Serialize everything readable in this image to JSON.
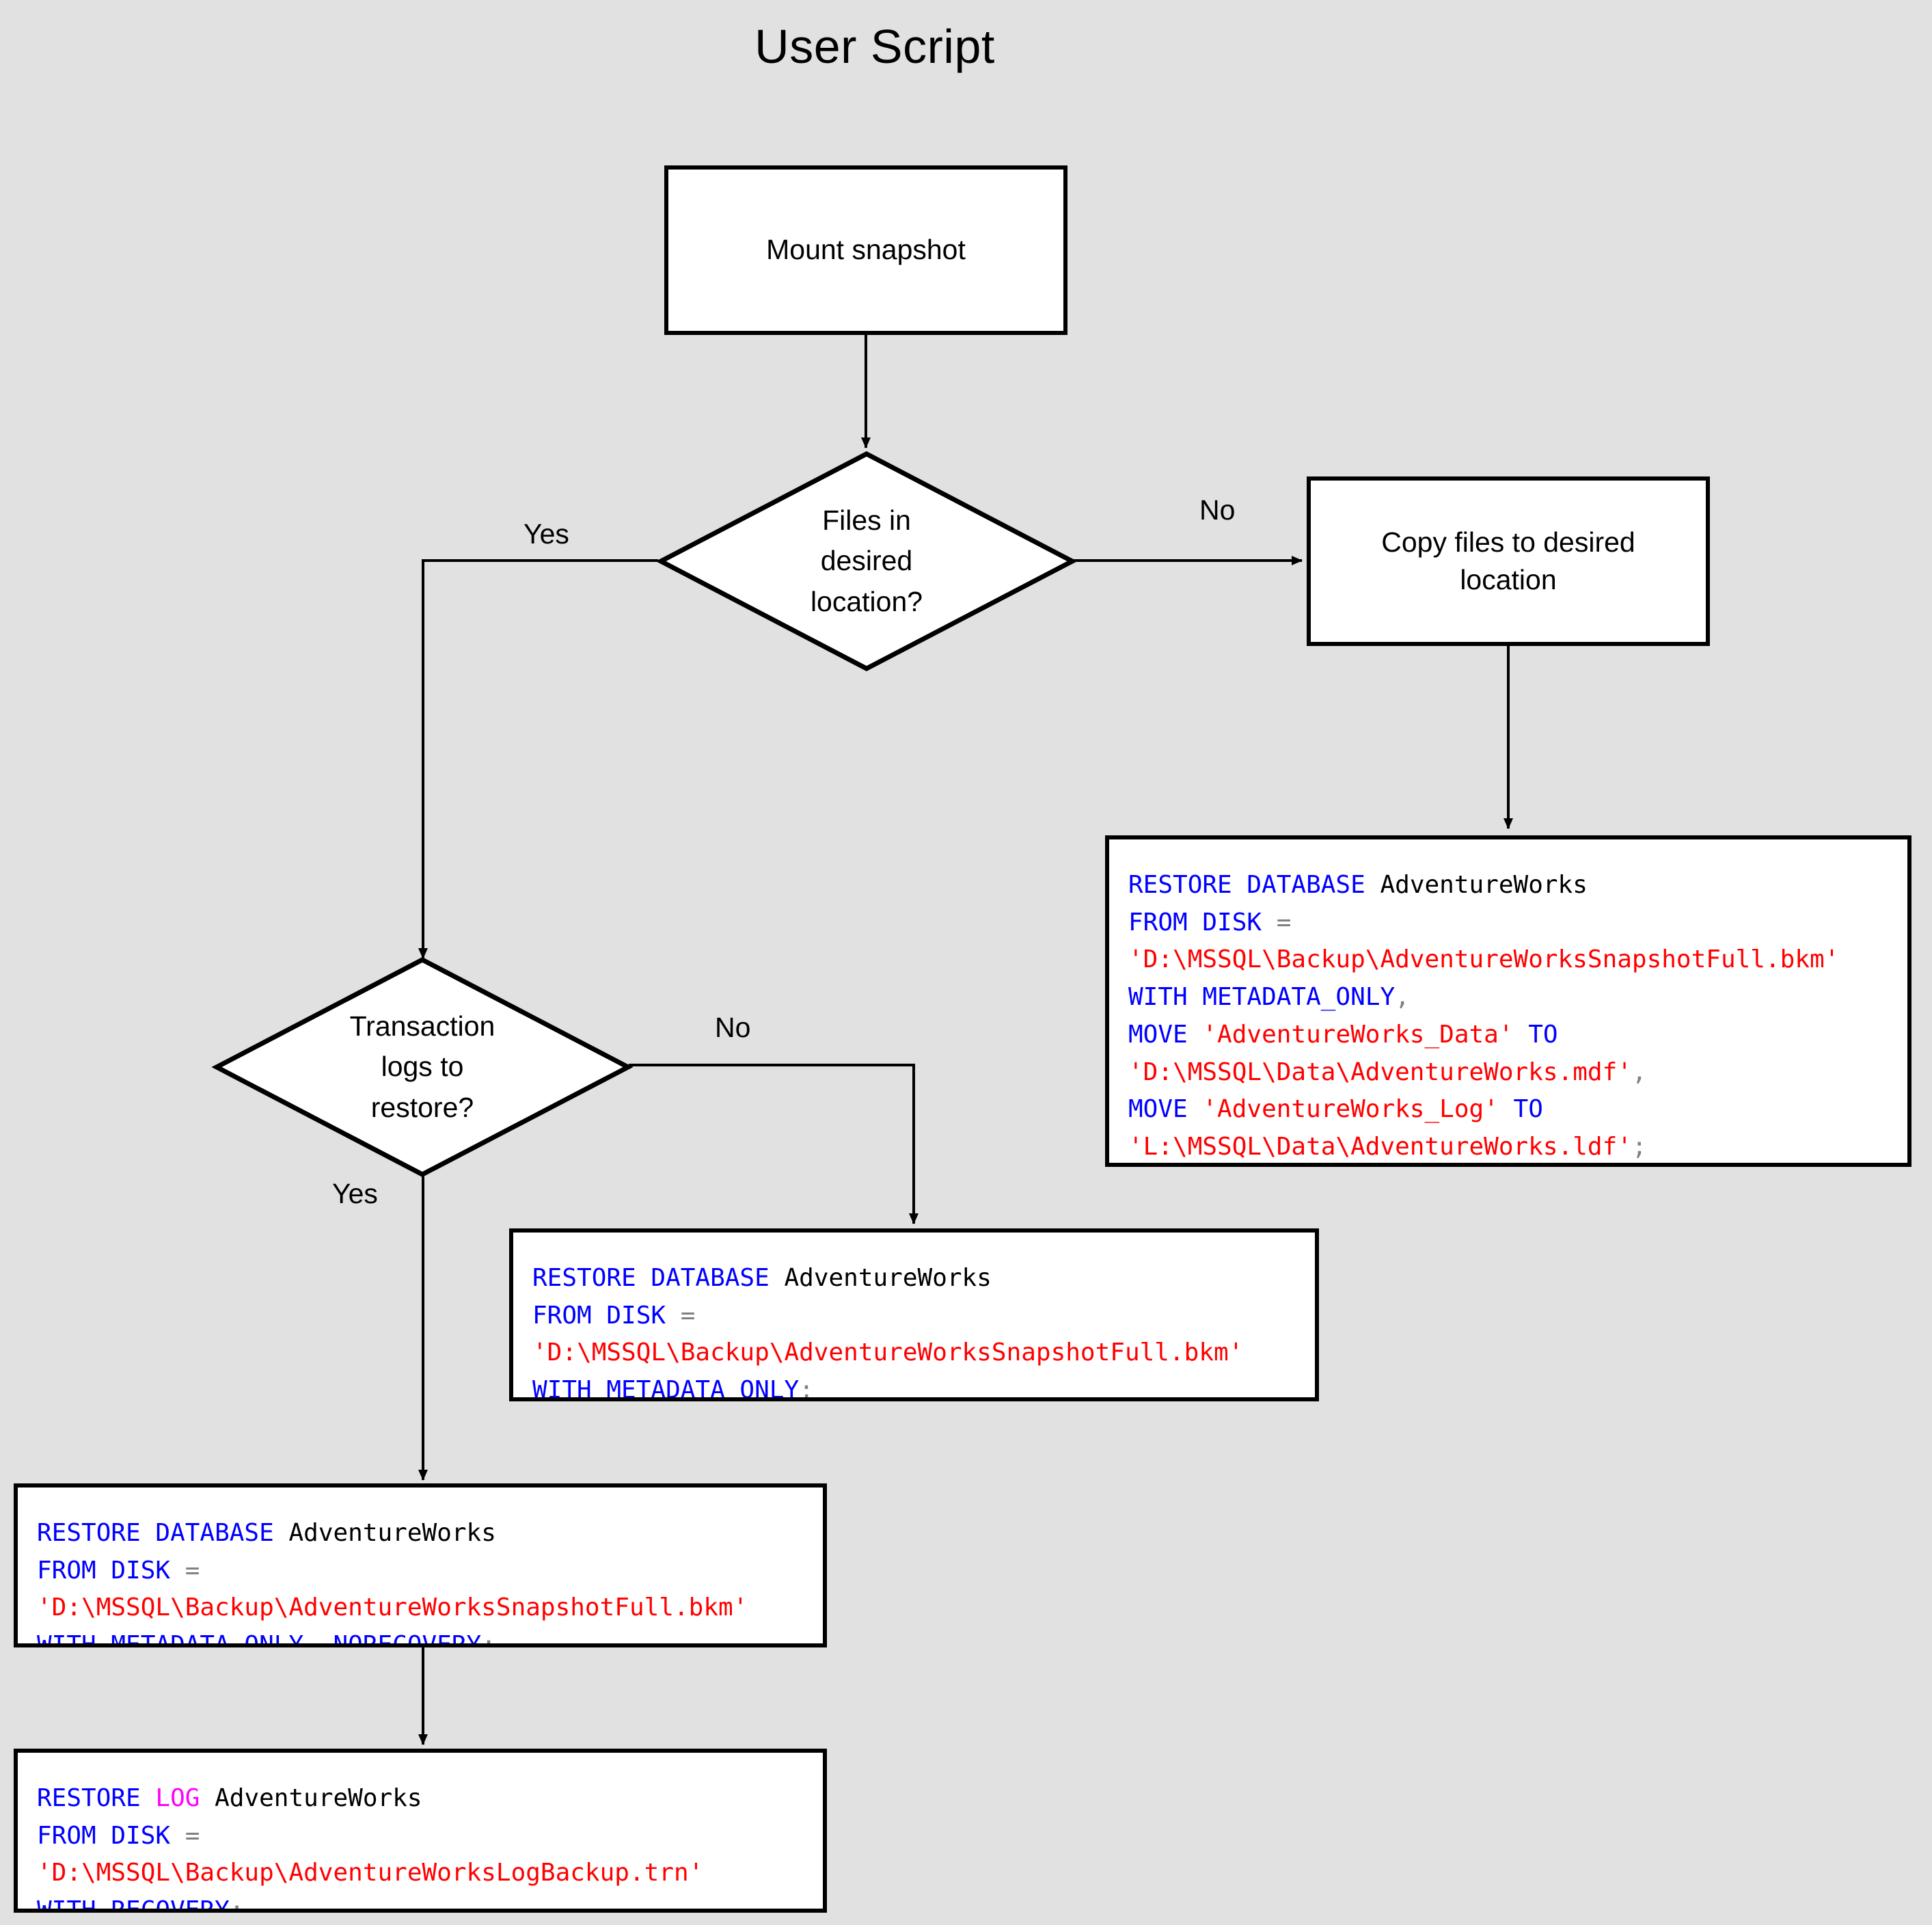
{
  "title": "User Script",
  "background_color": "#e1e1e1",
  "colors": {
    "keyword": "#0000ff",
    "log_keyword": "#ff00ff",
    "string": "#ff0000",
    "punctuation": "#808080",
    "text": "#000000",
    "node_fill": "#ffffff",
    "node_border": "#000000"
  },
  "nodes": {
    "mount_snapshot": {
      "label": "Mount snapshot"
    },
    "files_decision": {
      "label": "Files in\ndesired\nlocation?"
    },
    "copy_files": {
      "label": "Copy files to desired\nlocation"
    },
    "logs_decision": {
      "label": "Transaction\nlogs to\nrestore?"
    }
  },
  "edge_labels": {
    "files_yes": "Yes",
    "files_no": "No",
    "logs_no": "No",
    "logs_yes": "Yes"
  },
  "code_blocks": {
    "restore_with_move": {
      "lines": [
        [
          {
            "t": "RESTORE DATABASE ",
            "c": "kw"
          },
          {
            "t": "AdventureWorks",
            "c": "plain"
          }
        ],
        [
          {
            "t": "FROM DISK ",
            "c": "kw"
          },
          {
            "t": "=",
            "c": "pun"
          }
        ],
        [
          {
            "t": "'D:\\MSSQL\\Backup\\AdventureWorksSnapshotFull.bkm'",
            "c": "str"
          }
        ],
        [
          {
            "t": "WITH METADATA_ONLY",
            "c": "kw"
          },
          {
            "t": ",",
            "c": "pun"
          }
        ],
        [
          {
            "t": "MOVE ",
            "c": "kw"
          },
          {
            "t": "'AdventureWorks_Data'",
            "c": "str"
          },
          {
            "t": " TO",
            "c": "kw"
          }
        ],
        [
          {
            "t": "'D:\\MSSQL\\Data\\AdventureWorks.mdf'",
            "c": "str"
          },
          {
            "t": ",",
            "c": "pun"
          }
        ],
        [
          {
            "t": "MOVE ",
            "c": "kw"
          },
          {
            "t": "'AdventureWorks_Log'",
            "c": "str"
          },
          {
            "t": " TO",
            "c": "kw"
          }
        ],
        [
          {
            "t": "'L:\\MSSQL\\Data\\AdventureWorks.ldf'",
            "c": "str"
          },
          {
            "t": ";",
            "c": "pun"
          }
        ]
      ]
    },
    "restore_metadata_only": {
      "lines": [
        [
          {
            "t": "RESTORE DATABASE ",
            "c": "kw"
          },
          {
            "t": "AdventureWorks",
            "c": "plain"
          }
        ],
        [
          {
            "t": "FROM DISK ",
            "c": "kw"
          },
          {
            "t": "=",
            "c": "pun"
          }
        ],
        [
          {
            "t": "'D:\\MSSQL\\Backup\\AdventureWorksSnapshotFull.bkm'",
            "c": "str"
          }
        ],
        [
          {
            "t": "WITH METADATA_ONLY",
            "c": "kw"
          },
          {
            "t": ";",
            "c": "pun"
          }
        ]
      ]
    },
    "restore_norecovery": {
      "lines": [
        [
          {
            "t": "RESTORE DATABASE ",
            "c": "kw"
          },
          {
            "t": "AdventureWorks",
            "c": "plain"
          }
        ],
        [
          {
            "t": "FROM DISK ",
            "c": "kw"
          },
          {
            "t": "=",
            "c": "pun"
          }
        ],
        [
          {
            "t": "'D:\\MSSQL\\Backup\\AdventureWorksSnapshotFull.bkm'",
            "c": "str"
          }
        ],
        [
          {
            "t": "WITH METADATA_ONLY, NORECOVERY",
            "c": "kw"
          },
          {
            "t": ";",
            "c": "pun"
          }
        ]
      ]
    },
    "restore_log": {
      "lines": [
        [
          {
            "t": "RESTORE ",
            "c": "kw"
          },
          {
            "t": "LOG",
            "c": "kwlog"
          },
          {
            "t": " ",
            "c": "kw"
          },
          {
            "t": "AdventureWorks",
            "c": "plain"
          }
        ],
        [
          {
            "t": "FROM DISK ",
            "c": "kw"
          },
          {
            "t": "=",
            "c": "pun"
          }
        ],
        [
          {
            "t": "'D:\\MSSQL\\Backup\\AdventureWorksLogBackup.trn'",
            "c": "str"
          }
        ],
        [
          {
            "t": "WITH RECOVERY",
            "c": "kw"
          },
          {
            "t": ";",
            "c": "pun"
          }
        ]
      ]
    }
  }
}
